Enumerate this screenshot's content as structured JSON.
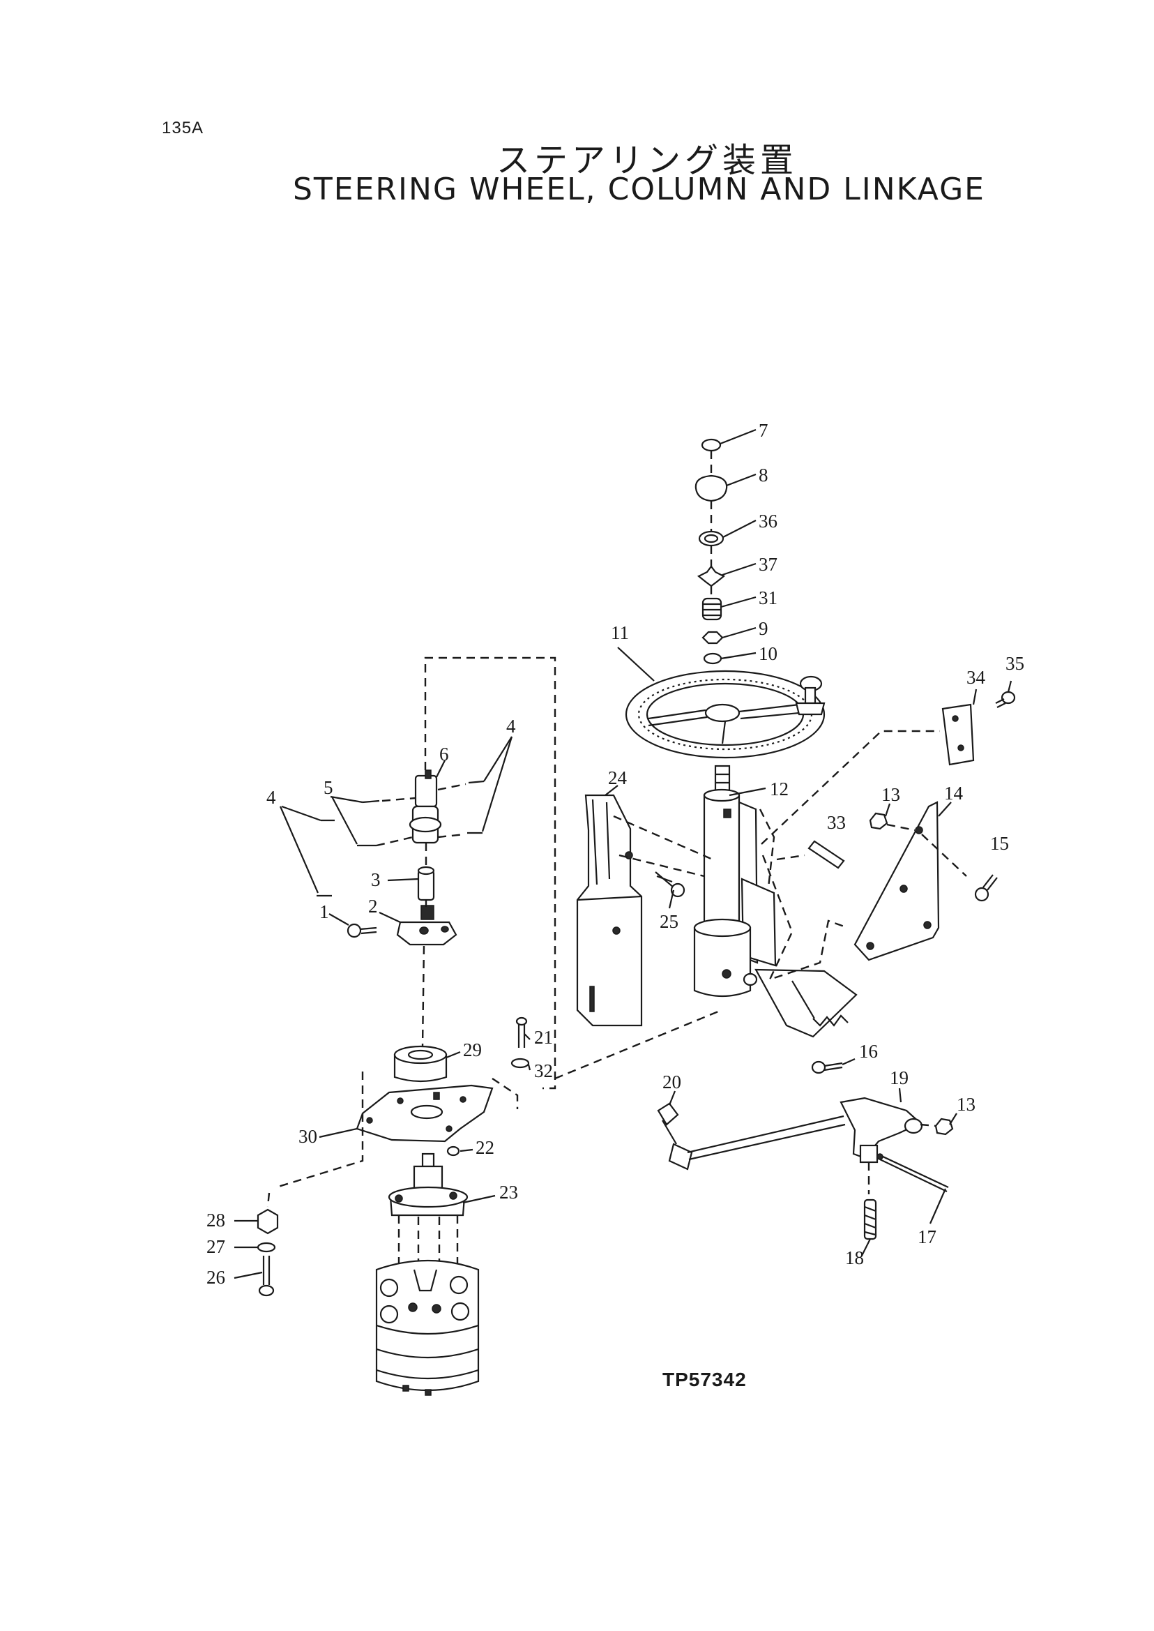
{
  "header": {
    "page_code": "135A",
    "title_jp": "ステアリング装置",
    "title_en": "STEERING WHEEL, COLUMN AND LINKAGE"
  },
  "figure": {
    "code": "TP57342",
    "callouts": {
      "c1": "1",
      "c2": "2",
      "c3": "3",
      "c4a": "4",
      "c4b": "4",
      "c5": "5",
      "c6": "6",
      "c7": "7",
      "c8": "8",
      "c9": "9",
      "c10": "10",
      "c11": "11",
      "c12": "12",
      "c13a": "13",
      "c13b": "13",
      "c14": "14",
      "c15": "15",
      "c16": "16",
      "c17": "17",
      "c18": "18",
      "c19": "19",
      "c20": "20",
      "c21": "21",
      "c22": "22",
      "c23": "23",
      "c24": "24",
      "c25": "25",
      "c26": "26",
      "c27": "27",
      "c28": "28",
      "c29": "29",
      "c30": "30",
      "c31": "31",
      "c32": "32",
      "c33": "33",
      "c34": "34",
      "c35": "35",
      "c36": "36",
      "c37": "37"
    }
  }
}
